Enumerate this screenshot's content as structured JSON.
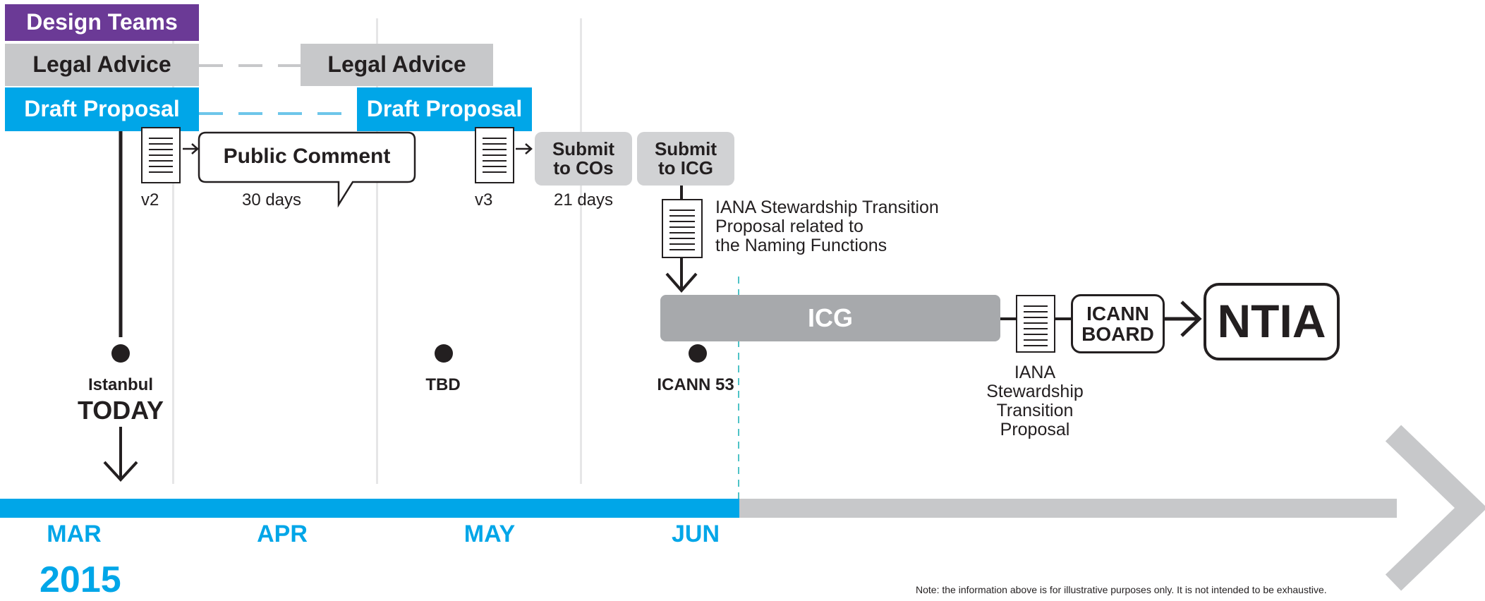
{
  "top_bars": {
    "design_teams": "Design Teams",
    "legal_advice_1": "Legal Advice",
    "legal_advice_2": "Legal Advice",
    "draft_proposal_1": "Draft Proposal",
    "draft_proposal_2": "Draft Proposal"
  },
  "public_comment": {
    "label": "Public Comment",
    "duration": "30 days"
  },
  "versions": {
    "v2": "v2",
    "v3": "v3"
  },
  "submit_cos": {
    "line1": "Submit",
    "line2": "to COs",
    "duration": "21 days"
  },
  "submit_icg": {
    "line1": "Submit",
    "line2": "to ICG"
  },
  "naming_proposal": [
    "IANA Stewardship Transition",
    "Proposal related to",
    "the Naming Functions"
  ],
  "icg_bar": "ICG",
  "icann_board": {
    "line1": "ICANN",
    "line2": "BOARD"
  },
  "ntia": "NTIA",
  "final_proposal": [
    "IANA",
    "Stewardship",
    "Transition",
    "Proposal"
  ],
  "milestones": {
    "istanbul": "Istanbul",
    "today": "TODAY",
    "tbd": "TBD",
    "icann53": "ICANN 53"
  },
  "months": [
    "MAR",
    "APR",
    "MAY",
    "JUN"
  ],
  "year": "2015",
  "note": "Note: the information above is for illustrative purposes only. It is not intended to be exhaustive.",
  "colors": {
    "blue": "#00a6e8",
    "purple": "#6b3a96",
    "grey": "#c7c8ca",
    "dark": "#231f20",
    "teal_dashed": "#4fc3c7"
  }
}
